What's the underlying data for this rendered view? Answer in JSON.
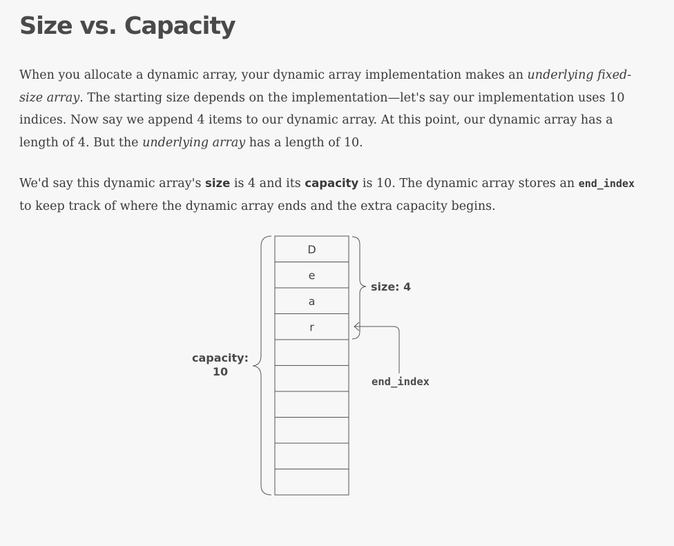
{
  "heading": "Size vs. Capacity",
  "paragraph1": {
    "t1": "When you allocate a dynamic array, your dynamic array implementation makes an ",
    "em1": "underlying fixed-size array",
    "t2": ". The starting size depends on the implementation—let's say our implementation uses 10 indices. Now say we append 4 items to our dynamic array. At this point, our dynamic array has a length of 4. But the ",
    "em2": "underlying array",
    "t3": " has a length of 10."
  },
  "paragraph2": {
    "t1": "We'd say this dynamic array's ",
    "b1": "size",
    "t2": " is 4 and its ",
    "b2": "capacity",
    "t3": " is 10. The dynamic array stores an ",
    "code1": "end_index",
    "t4": " to keep track of where the dynamic array ends and the extra capacity begins."
  },
  "diagram": {
    "cells": [
      "D",
      "e",
      "a",
      "r",
      "",
      "",
      "",
      "",
      "",
      ""
    ],
    "size_label": "size: 4",
    "capacity_label_line1": "capacity:",
    "capacity_label_line2": "10",
    "end_index_label": "end_index"
  }
}
